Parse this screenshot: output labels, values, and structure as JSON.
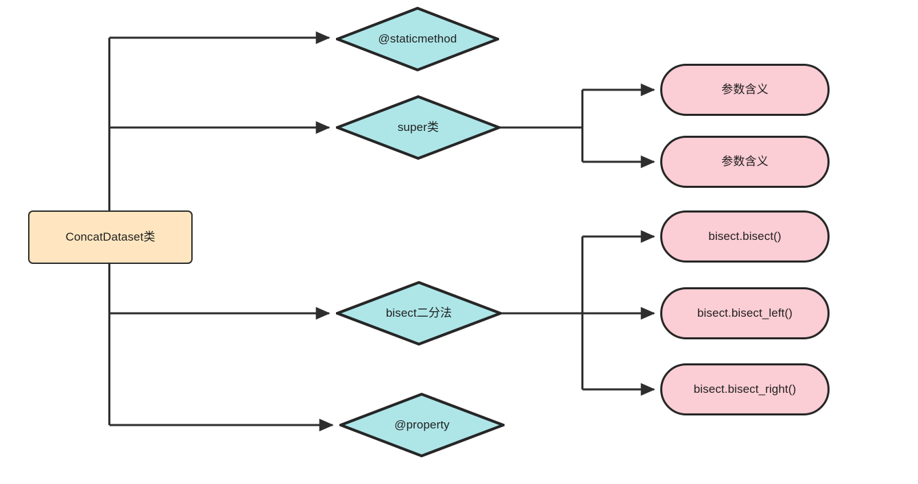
{
  "diagram": {
    "title": "ConcatDataset class structure flowchart",
    "background_color": "#ffffff",
    "edge_color": "#2e2e2e",
    "colors": {
      "root_fill": "#ffe6c0",
      "root_stroke": "#2e2e2e",
      "diamond_fill": "#aee6e8",
      "diamond_stroke": "#262626",
      "pill_fill": "#fbcdd4",
      "pill_stroke": "#262626",
      "text": "#1f1f1f"
    },
    "root": {
      "id": "concat-dataset",
      "label": "ConcatDataset类",
      "shape": "rectangle"
    },
    "decisions": [
      {
        "id": "staticmethod",
        "label": "@staticmethod",
        "shape": "diamond"
      },
      {
        "id": "super",
        "label": "super类",
        "shape": "diamond"
      },
      {
        "id": "bisect",
        "label": "bisect二分法",
        "shape": "diamond"
      },
      {
        "id": "property",
        "label": "@property",
        "shape": "diamond"
      }
    ],
    "outputs": [
      {
        "id": "param-meaning-1",
        "label": "参数含义",
        "shape": "rounded-rectangle",
        "parent": "super"
      },
      {
        "id": "param-meaning-2",
        "label": "参数含义",
        "shape": "rounded-rectangle",
        "parent": "super"
      },
      {
        "id": "bisect-bisect",
        "label": "bisect.bisect()",
        "shape": "rounded-rectangle",
        "parent": "bisect"
      },
      {
        "id": "bisect-bisect-left",
        "label": "bisect.bisect_left()",
        "shape": "rounded-rectangle",
        "parent": "bisect"
      },
      {
        "id": "bisect-bisect-right",
        "label": "bisect.bisect_right()",
        "shape": "rounded-rectangle",
        "parent": "bisect"
      }
    ],
    "edges": [
      {
        "from": "concat-dataset",
        "to": "staticmethod"
      },
      {
        "from": "concat-dataset",
        "to": "super"
      },
      {
        "from": "concat-dataset",
        "to": "bisect"
      },
      {
        "from": "concat-dataset",
        "to": "property"
      },
      {
        "from": "super",
        "to": "param-meaning-1"
      },
      {
        "from": "super",
        "to": "param-meaning-2"
      },
      {
        "from": "bisect",
        "to": "bisect-bisect"
      },
      {
        "from": "bisect",
        "to": "bisect-bisect-left"
      },
      {
        "from": "bisect",
        "to": "bisect-bisect-right"
      }
    ]
  }
}
